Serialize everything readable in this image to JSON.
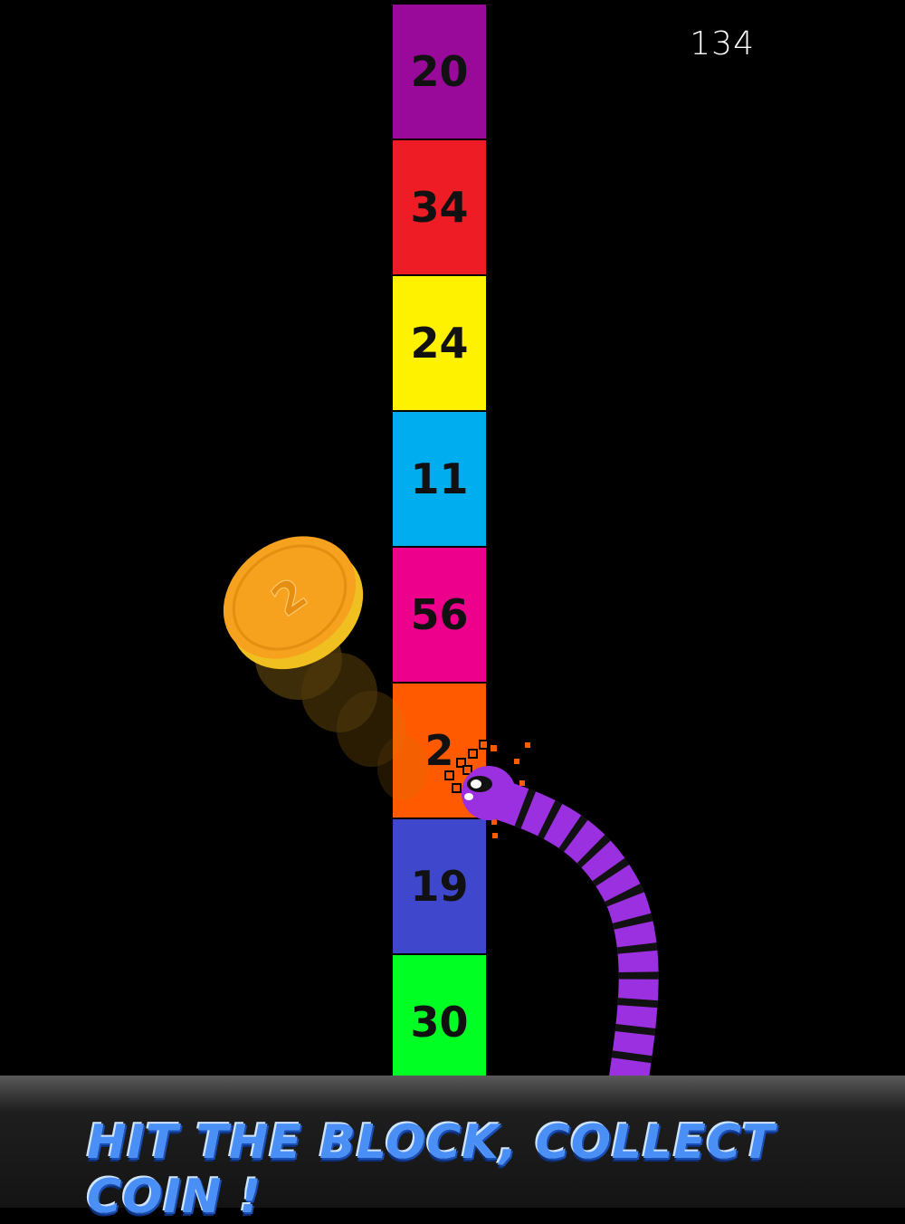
{
  "hud": {
    "score": "134"
  },
  "blocks": [
    {
      "value": "20",
      "color": "#9a0a9a"
    },
    {
      "value": "34",
      "color": "#ee1c24"
    },
    {
      "value": "24",
      "color": "#fff200"
    },
    {
      "value": "11",
      "color": "#00aeef"
    },
    {
      "value": "56",
      "color": "#ec008c"
    },
    {
      "value": "2",
      "color": "#ff5a00"
    },
    {
      "value": "19",
      "color": "#3f48cc"
    },
    {
      "value": "30",
      "color": "#00ff22"
    }
  ],
  "coin": {
    "value": "2",
    "color": "#f6a21e",
    "icon": "coin-icon"
  },
  "snake": {
    "color": "#9b30e0",
    "stripe": "#111111",
    "icon": "snake-icon"
  },
  "banner": {
    "text": "HIT THE BLOCK, COLLECT COIN !",
    "color": "#4a8ff5"
  }
}
